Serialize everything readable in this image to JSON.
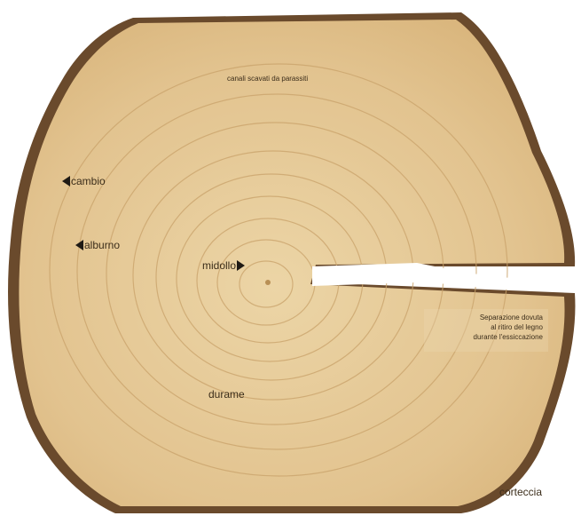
{
  "figure": {
    "subject": "cross section of a tree trunk",
    "colors": {
      "background": "#ffffff",
      "wood": "#e2c38f",
      "wood_light": "#ecd5a6",
      "rings": "#c9a26a",
      "bark": "#6a4a2c",
      "text": "#3b2d1a",
      "arrow": "#1f1a14"
    }
  },
  "labels": {
    "canali": "canali scavati da parassiti",
    "cambio": "cambio",
    "alburno": "alburno",
    "midollo": "midollo",
    "durame": "durame",
    "corteccia": "corteccia",
    "separazione_line1": "Separazione dovuta",
    "separazione_line2": "al ritiro del legno",
    "separazione_line3": "durante l'essiccazione"
  },
  "icons": {
    "cambio_arrow": "left-triangle-arrow-icon",
    "alburno_arrow": "left-triangle-arrow-icon",
    "midollo_arrow": "right-triangle-arrow-icon"
  }
}
